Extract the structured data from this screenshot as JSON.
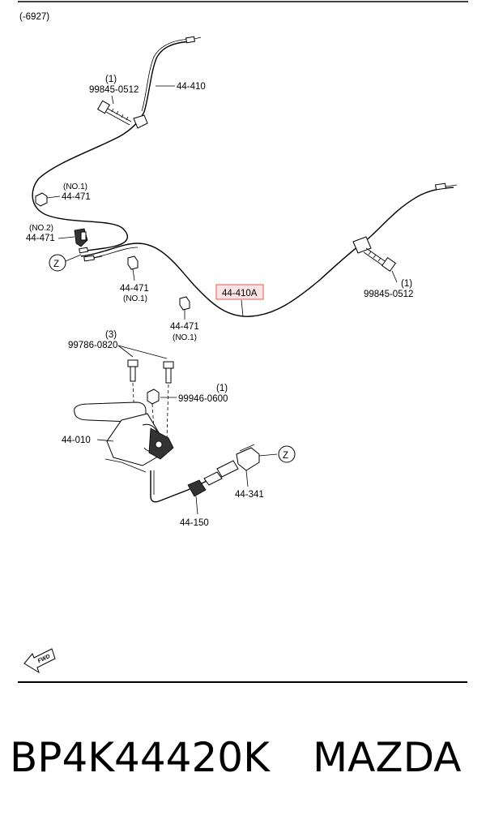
{
  "header": {
    "range_note": "(-6927)"
  },
  "labels": {
    "p44410": "44-410",
    "p99845_top_qty": "(1)",
    "p99845_top": "99845-0512",
    "p44471_no1_a_ref": "(NO.1)",
    "p44471_no1_a": "44-471",
    "p44471_no2_ref": "(NO.2)",
    "p44471_no2": "44-471",
    "z_top": "Z",
    "p44471_b": "44-471",
    "p44471_b_ref": "(NO.1)",
    "p44410A": "44-410A",
    "p99845_right_qty": "(1)",
    "p99845_right": "99845-0512",
    "p44471_c": "44-471",
    "p44471_c_ref": "(NO.1)",
    "p99786_qty": "(3)",
    "p99786": "99786-0820",
    "p99946_qty": "(1)",
    "p99946": "99946-0600",
    "p44010": "44-010",
    "z_bottom": "Z",
    "p44341": "44-341",
    "p44150": "44-150",
    "fwd": "FWD"
  },
  "highlight": {
    "part": "44-410A",
    "color": "#e05a5a",
    "fill": "#fbe3e3"
  },
  "footer": {
    "part_number": "BP4K44420K",
    "brand": "MAZDA"
  }
}
